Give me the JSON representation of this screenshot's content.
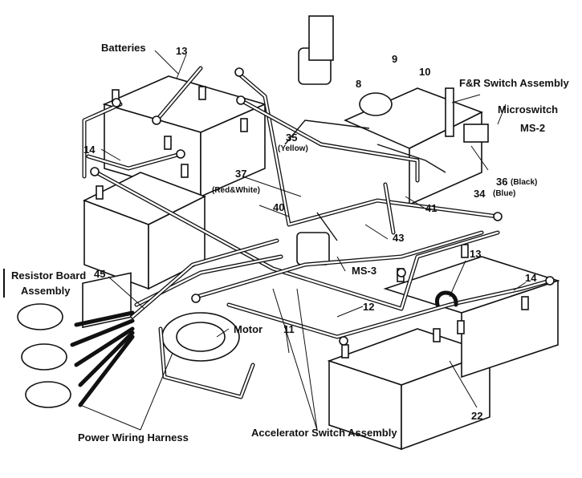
{
  "labels": {
    "batteries": "Batteries",
    "n13_top": "13",
    "n9": "9",
    "n10": "10",
    "n8": "8",
    "fr_switch": "F&R Switch Assembly",
    "microswitch": "Microswitch",
    "ms2": "MS-2",
    "n35": "35",
    "yellow": "(Yellow)",
    "n14_left": "14",
    "n37": "37",
    "red_white": "(Red&White)",
    "n36": "36",
    "black": "(Black)",
    "n34": "34",
    "blue": "(Blue)",
    "n40": "40",
    "n41": "41",
    "n43": "43",
    "ms3": "MS-3",
    "resistor_board": "Resistor Board",
    "assembly": "Assembly",
    "n45": "45",
    "n13_right": "13",
    "n14_right": "14",
    "n12": "12",
    "motor": "Motor",
    "n11": "11",
    "n22": "22",
    "power_harness": "Power Wiring Harness",
    "accel_switch": "Accelerator Switch Assembly"
  }
}
